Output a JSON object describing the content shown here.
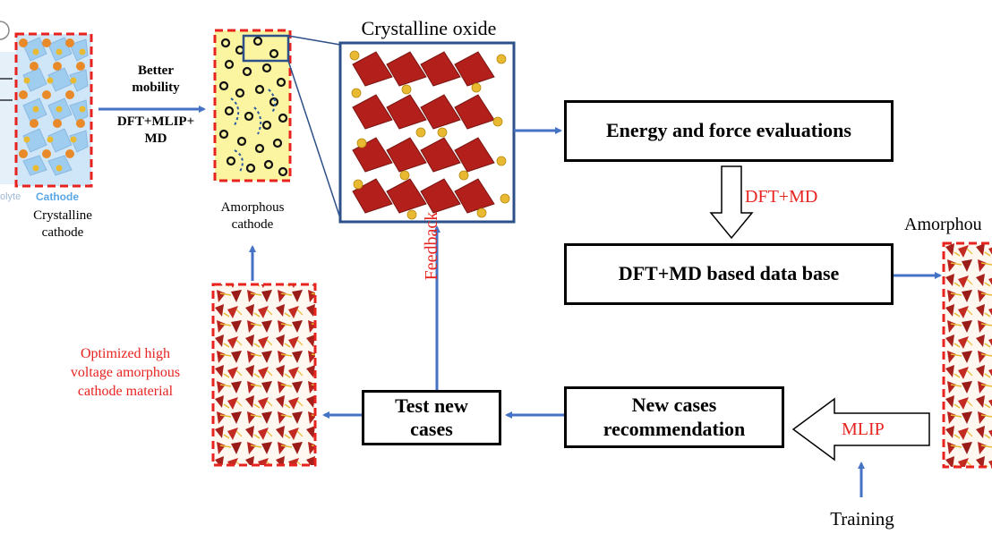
{
  "left_panel": {
    "partial_label": "olyte",
    "cathode_tag": "Cathode",
    "caption_line1": "Crystalline",
    "caption_line2": "cathode"
  },
  "step1": {
    "line1": "Better",
    "line2": "mobility",
    "line3": "DFT+MLIP+",
    "line4": "MD"
  },
  "amorphous_top": {
    "line1": "Amorphous",
    "line2": "cathode"
  },
  "crystalline_oxide": {
    "title": "Crystalline oxide"
  },
  "box_energy": {
    "label": "Energy and force evaluations"
  },
  "dftmd_arrow_label": "DFT+MD",
  "box_database": {
    "label": "DFT+MD based data base"
  },
  "amorphous_right": {
    "label": "Amorphou"
  },
  "box_new_cases": {
    "line1": "New cases",
    "line2": "recommendation"
  },
  "mlip_arrow_label": "MLIP",
  "training_label": "Training",
  "box_test": {
    "line1": "Test new",
    "line2": "cases"
  },
  "feedback_label": "Feedback",
  "optimized": {
    "line1": "Optimized high",
    "line2": "voltage amorphous",
    "line3": "cathode material"
  },
  "colors": {
    "arrow_blue": "#4472c4",
    "accent_red": "#e8231f",
    "crystal_red": "#b3201c",
    "atom_gold": "#e8b931",
    "cathode_blue": "#9fcdf0"
  }
}
